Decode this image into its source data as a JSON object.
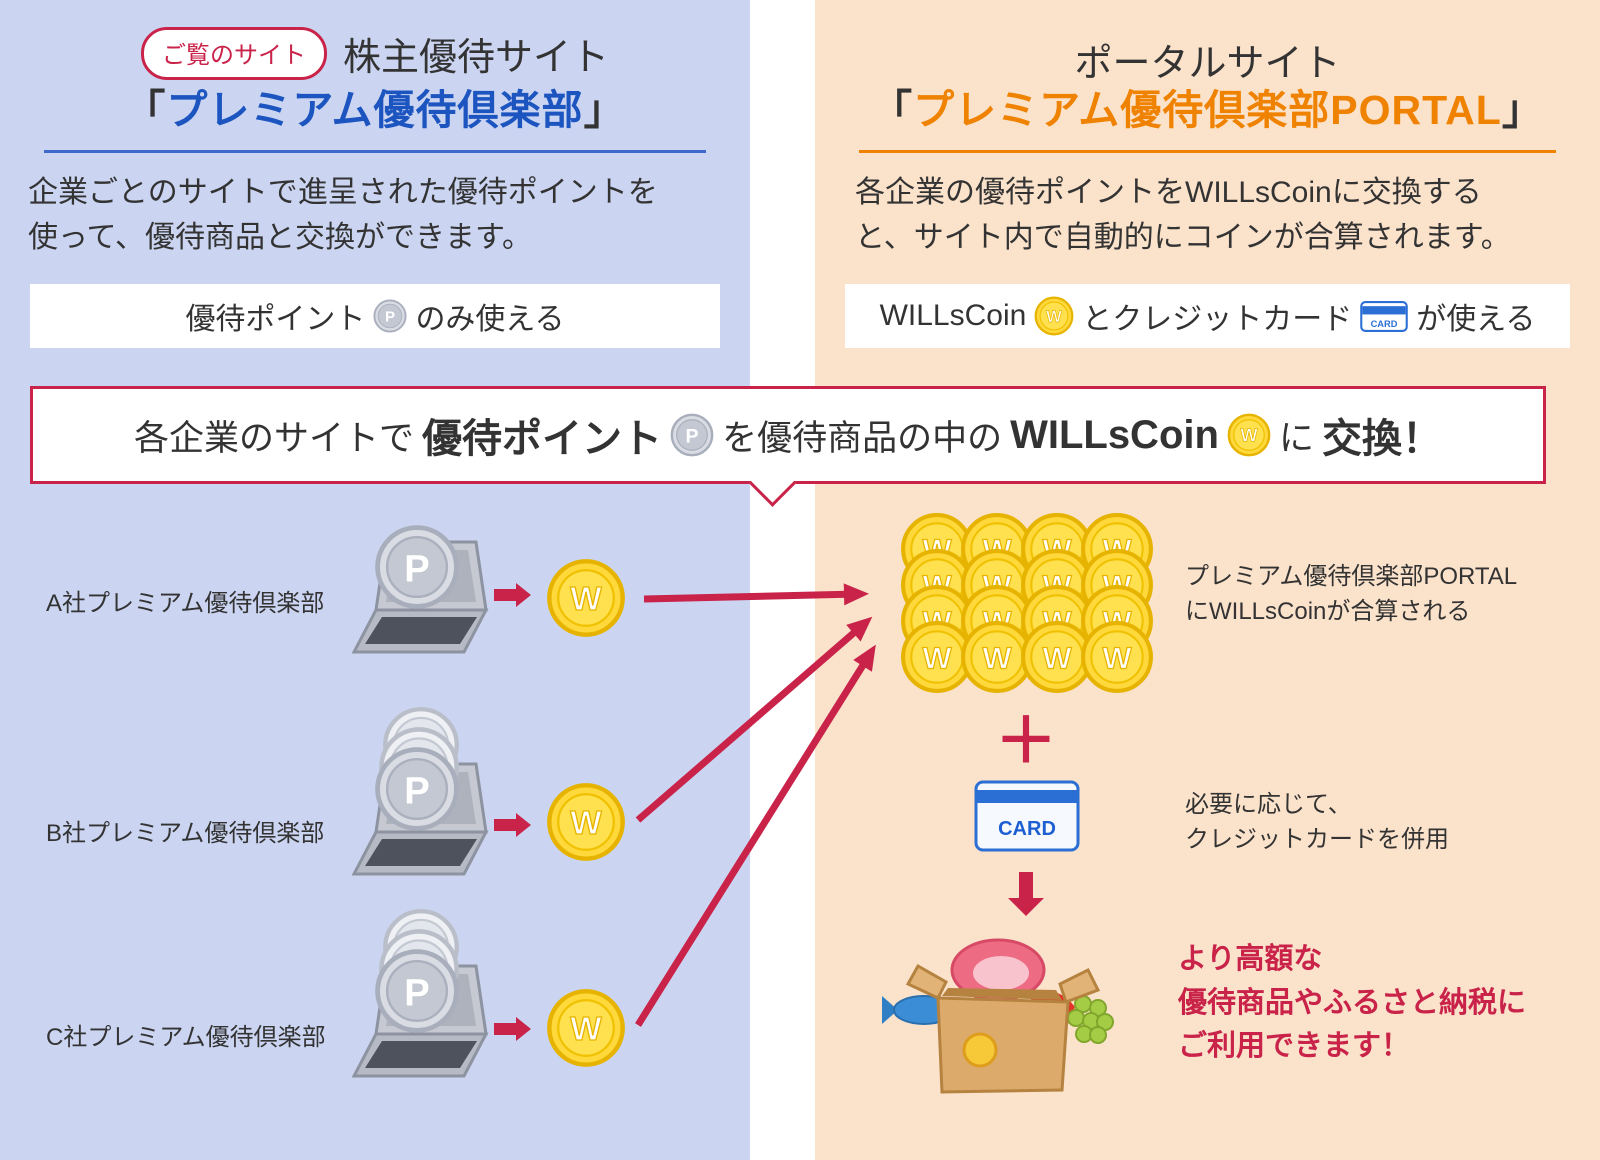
{
  "left_panel": {
    "badge": "ご覧のサイト",
    "title": "株主優待サイト",
    "bracket_open": "「",
    "site_name": "プレミアム優待倶楽部",
    "bracket_close": "」",
    "desc_line1": "企業ごとのサイトで進呈された優待ポイントを",
    "desc_line2": "使って、優待商品と交換ができます。",
    "box": {
      "prefix": "優待ポイント",
      "suffix": "のみ使える"
    }
  },
  "right_panel": {
    "title": "ポータルサイト",
    "bracket_open": "「",
    "site_name": "プレミアム優待倶楽部PORTAL",
    "bracket_close": "」",
    "desc_line1": "各企業の優待ポイントをWILLsCoinに交換する",
    "desc_line2": "と、サイト内で自動的にコインが合算されます。",
    "box": {
      "part1": "WILLsCoin",
      "part2": "とクレジットカード",
      "part3": "が使える"
    }
  },
  "banner": {
    "seg1": "各企業のサイトで",
    "seg2": "優待ポイント",
    "seg3": "を優待商品の中の",
    "seg4": "WILLsCoin",
    "seg5": "に",
    "seg6": "交換！"
  },
  "rows": [
    {
      "label": "A社プレミアム優待倶楽部"
    },
    {
      "label": "B社プレミアム優待倶楽部"
    },
    {
      "label": "C社プレミアム優待倶楽部"
    }
  ],
  "flow": {
    "coins_caption1": "プレミアム優待倶楽部PORTAL",
    "coins_caption2": "にWILLsCoinが合算される",
    "plus": "＋",
    "card_caption1": "必要に応じて、",
    "card_caption2": "クレジットカードを併用",
    "goods_caption1": "より高額な",
    "goods_caption2": "優待商品やふるさと納税に",
    "goods_caption3": "ご利用できます！"
  },
  "icons": {
    "willscoin_letter": "W",
    "point_letter": "P",
    "card_label": "CARD"
  },
  "colors": {
    "left_bg": "#cbd5f1",
    "right_bg": "#fbe2cb",
    "blue": "#1d55c0",
    "orange": "#ef8200",
    "crimson": "#c9234a",
    "coin_gold": "#ffd83c"
  }
}
